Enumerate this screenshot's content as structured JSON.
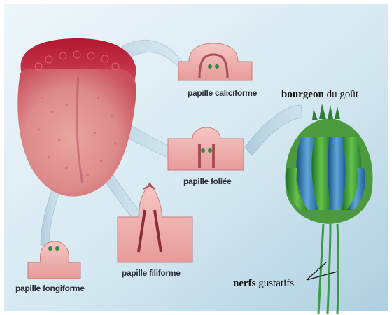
{
  "labels": {
    "papille_caliciforme": "papille caliciforme",
    "papille_foliee": "papille foliée",
    "papille_filiforme": "papille filiforme",
    "papille_fongiforme": "papille fongiforme",
    "bourgeon_bold": "bourgeon",
    "bourgeon_rest": " du goût",
    "nerfs_bold": "nerfs",
    "nerfs_rest": " gustatifs"
  },
  "colors": {
    "background_light": "#e4f1f7",
    "background_blue": "#b9d7e6",
    "tongue_red": "#c7283c",
    "tongue_pink": "#e9a7a3",
    "papilla_pink": "#f2b9b6",
    "bud_green": "#3fa63a",
    "bud_blue": "#2c7fb8",
    "nerve_green": "#3c9a48"
  },
  "icons": {
    "tongue": "tongue-illustration",
    "taste_bud": "taste-bud-illustration"
  }
}
